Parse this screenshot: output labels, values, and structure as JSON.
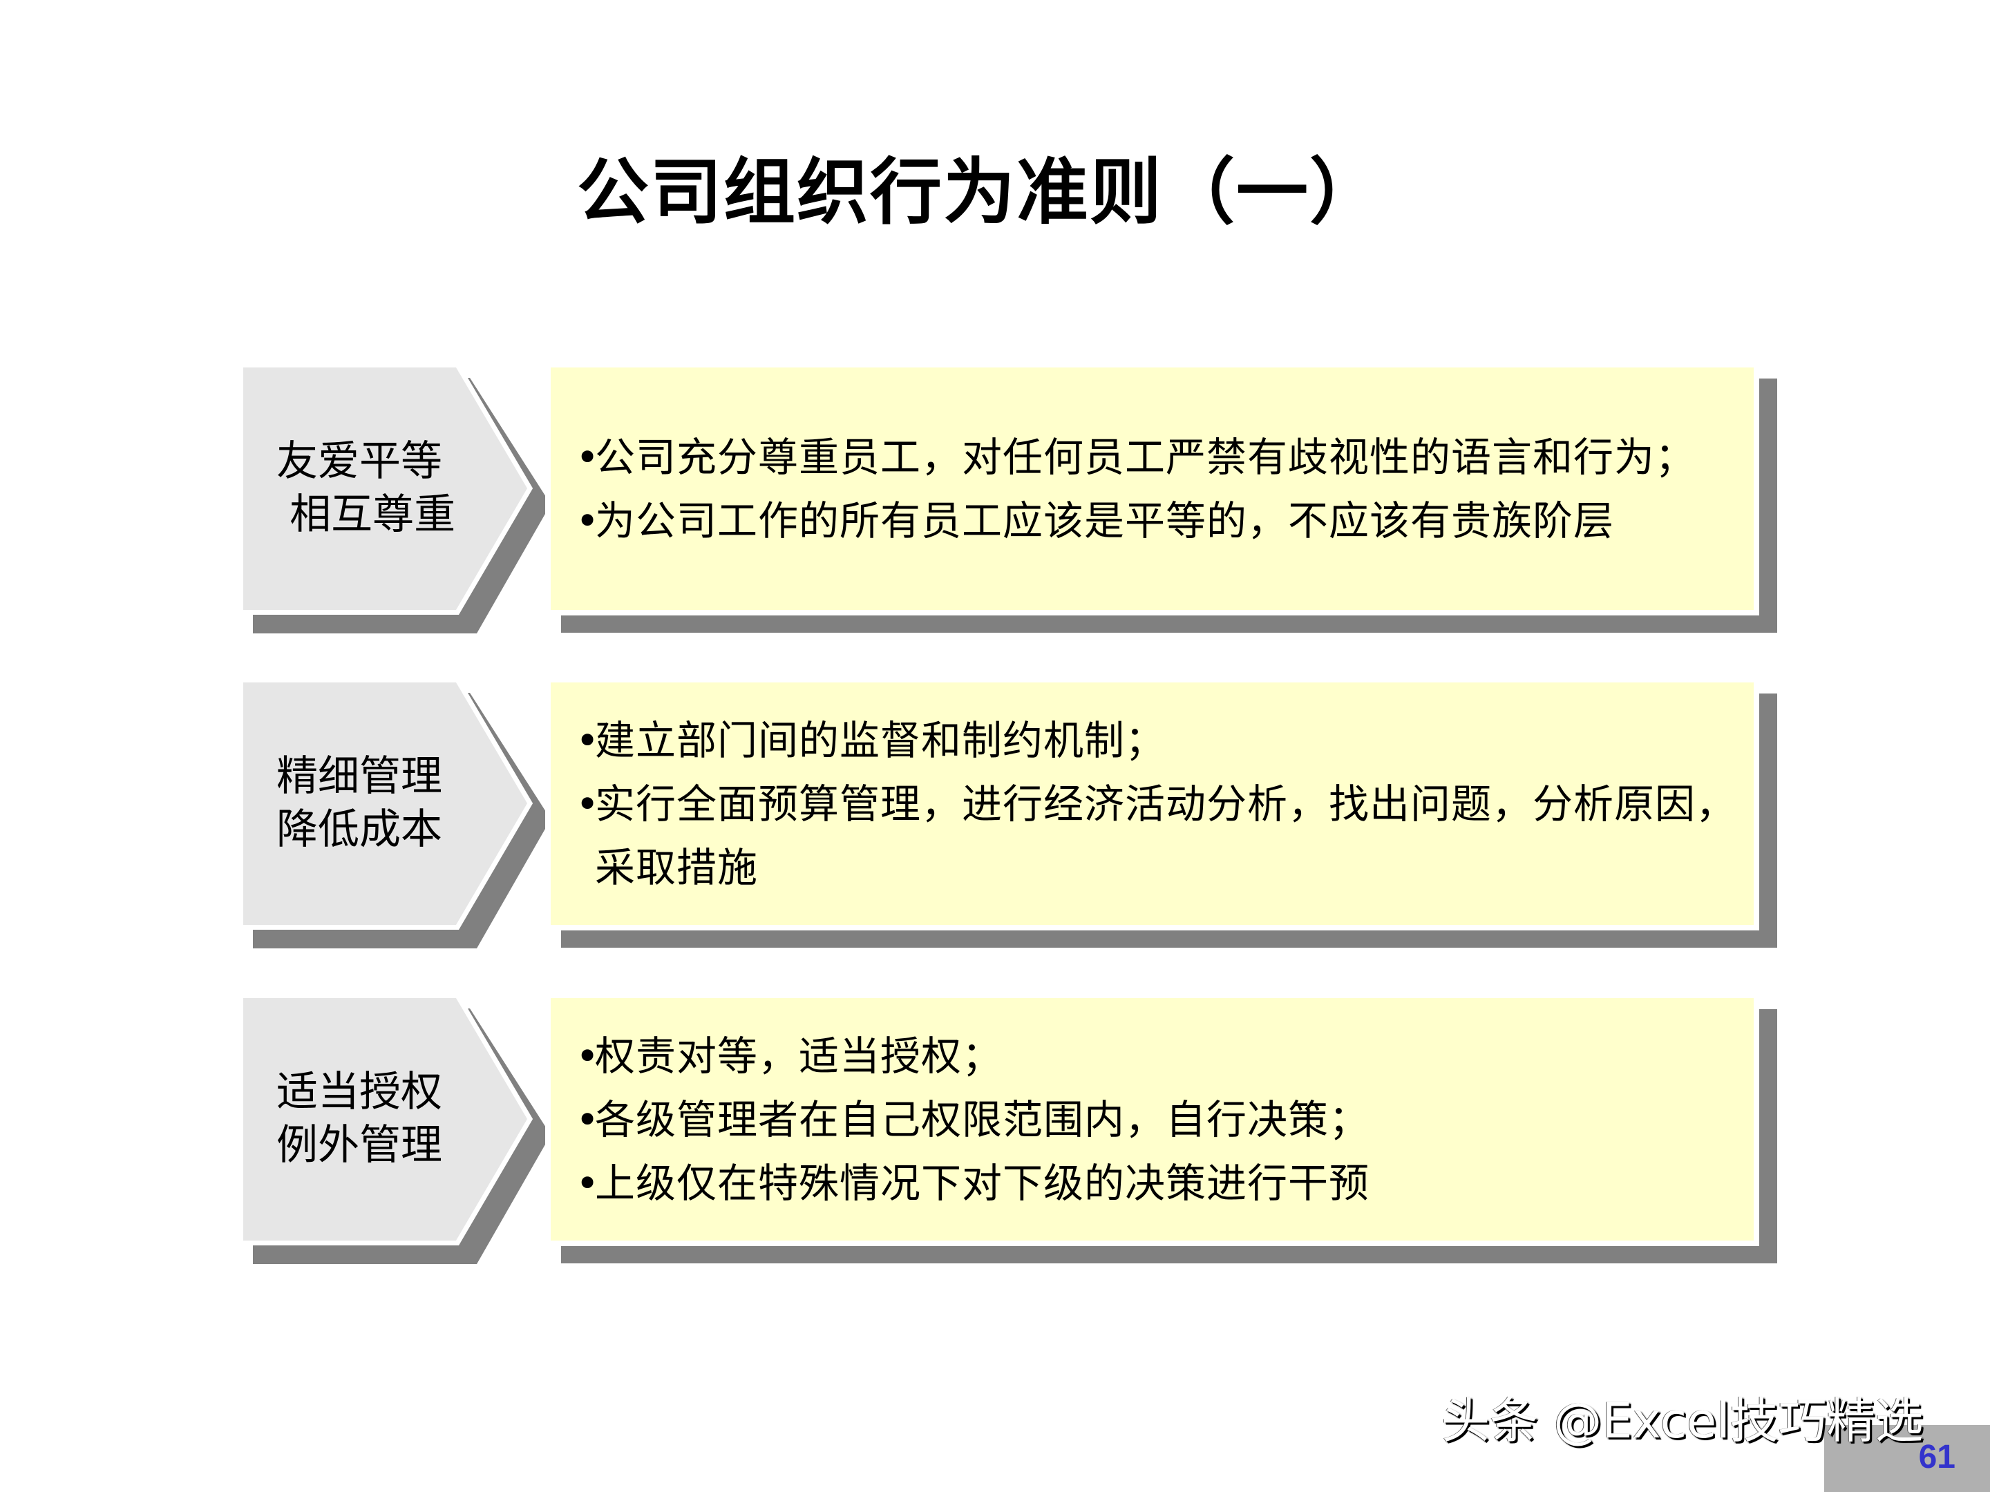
{
  "slide": {
    "title": "公司组织行为准则（一）",
    "rows": [
      {
        "label_lines": [
          "友爱平等",
          " 相互尊重"
        ],
        "bullets": [
          "公司充分尊重员工，对任何员工严禁有歧视性的语言和行为；",
          "为公司工作的所有员工应该是平等的，不应该有贵族阶层"
        ]
      },
      {
        "label_lines": [
          "精细管理",
          "降低成本"
        ],
        "bullets": [
          "建立部门间的监督和制约机制；",
          "实行全面预算管理，进行经济活动分析，找出问题，分析原因，采取措施"
        ]
      },
      {
        "label_lines": [
          "适当授权",
          "例外管理"
        ],
        "bullets": [
          "权责对等，适当授权；",
          "各级管理者在自己权限范围内，自行决策；",
          "上级仅在特殊情况下对下级的决策进行干预"
        ]
      }
    ],
    "bullet_char": "•",
    "page_number": "61"
  },
  "watermark": {
    "text": "头条 @Excel技巧精选"
  },
  "colors": {
    "chevron_fill": "#E6E6E6",
    "shadow": "#808080",
    "box_fill": "#FFFFCC",
    "page_box": "#B0B0B0",
    "page_number": "#3333CC"
  }
}
